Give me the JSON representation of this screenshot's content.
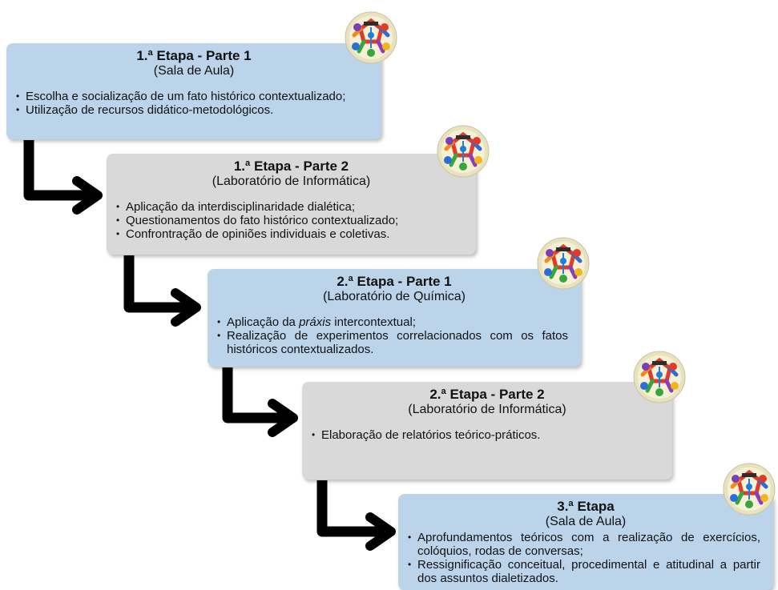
{
  "stages": [
    {
      "title": "1.ª Etapa - Parte 1",
      "subtitle": "(Sala de Aula)",
      "items": [
        "Escolha e socialização de um fato histórico contextualizado;",
        "Utilização de recursos didático-metodológicos."
      ]
    },
    {
      "title": "1.ª Etapa - Parte 2",
      "subtitle": "(Laboratório de Informática)",
      "items": [
        "Aplicação da interdisciplinaridade dialética;",
        "Questionamentos do fato histórico contextualizado;",
        "Confrontração de opiniões individuais e coletivas."
      ]
    },
    {
      "title": "2.ª Etapa - Parte 1",
      "subtitle": "(Laboratório de Química)",
      "items_prefix": "Aplicação da ",
      "items_italic": "práxis",
      "items_suffix": " intercontextual;",
      "items": [
        "Aplicação da práxis intercontextual;",
        "Realização de experimentos correlacionados com os fatos históricos contextualizados."
      ]
    },
    {
      "title": "2.ª Etapa - Parte 2",
      "subtitle": "(Laboratório de Informática)",
      "items": [
        "Elaboração de relatórios teórico-práticos."
      ]
    },
    {
      "title": "3.ª Etapa",
      "subtitle": "(Sala de Aula)",
      "items": [
        "Aprofundamentos teóricos com a realização de exercícios, colóquios, rodas de conversas;",
        "Ressignificação conceitual, procedimental e atitudinal a partir dos assuntos dialetizados."
      ]
    }
  ],
  "colors": {
    "blue_box": "#bcd4ea",
    "gray_box": "#d9d9d9",
    "arrow": "#000000"
  },
  "icons": {
    "badge": "stage-logo-badge",
    "connector": "elbow-arrow"
  }
}
